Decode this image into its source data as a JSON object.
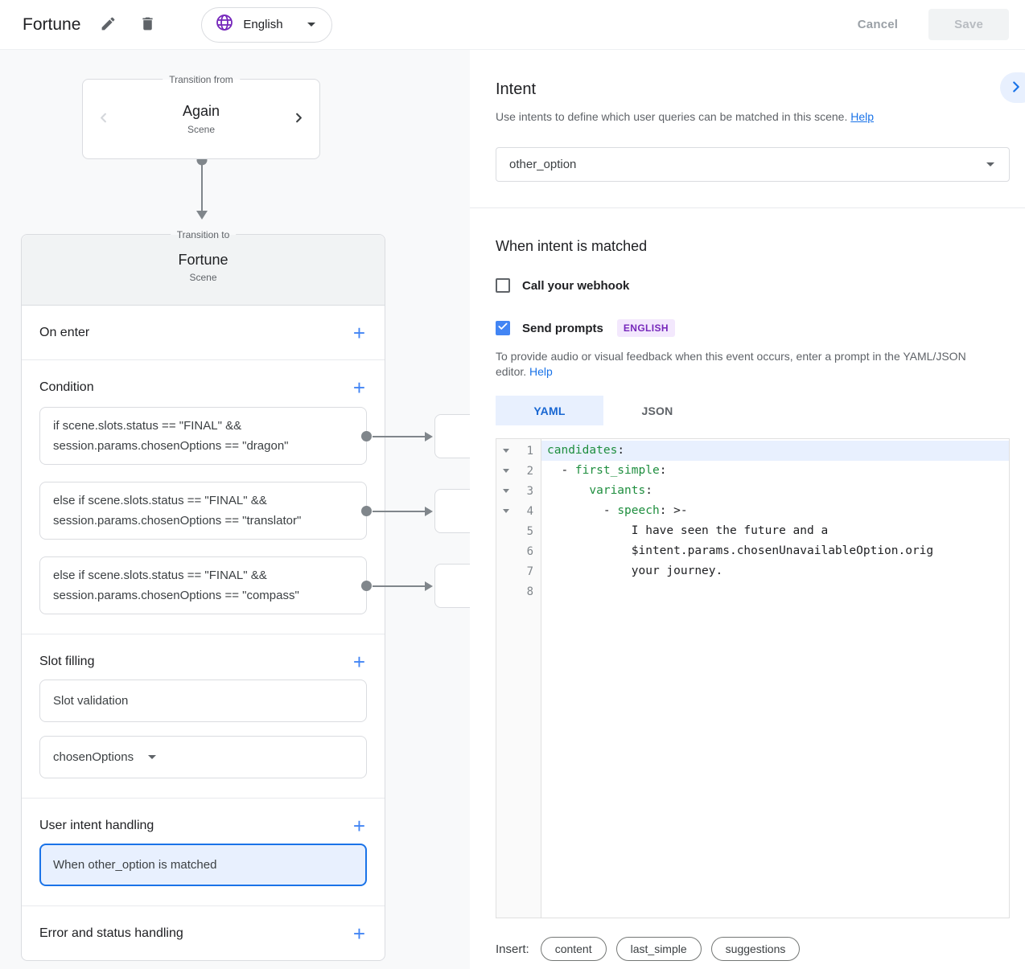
{
  "top_bar": {
    "title": "Fortune",
    "language": {
      "label": "English"
    },
    "cancel_label": "Cancel",
    "save_label": "Save"
  },
  "canvas": {
    "transition_from": {
      "legend": "Transition from",
      "scene_name": "Again",
      "scene_type": "Scene"
    },
    "scene_card": {
      "legend": "Transition to",
      "scene_name": "Fortune",
      "scene_type": "Scene",
      "on_enter_label": "On enter",
      "condition_label": "Condition",
      "conditions": [
        "if scene.slots.status == \"FINAL\" && session.params.chosenOptions == \"dragon\"",
        "else if scene.slots.status == \"FINAL\" && session.params.chosenOptions == \"translator\"",
        "else if scene.slots.status == \"FINAL\" && session.params.chosenOptions == \"compass\""
      ],
      "slot_filling_label": "Slot filling",
      "slot_validation_label": "Slot validation",
      "slot_name": "chosenOptions",
      "user_intent_label": "User intent handling",
      "selected_handler": "When other_option is matched",
      "error_label": "Error and status handling"
    }
  },
  "intent_panel": {
    "title": "Intent",
    "description": "Use intents to define which user queries can be matched in this scene.",
    "help_label": "Help",
    "selected_intent": "other_option",
    "matched": {
      "title": "When intent is matched",
      "webhook_label": "Call your webhook",
      "webhook_checked": false,
      "prompts_label": "Send prompts",
      "prompts_checked": true,
      "badge": "ENGLISH",
      "hint_line1": "To provide audio or visual feedback when this event occurs, enter a prompt in the YAML/JSON",
      "hint_line2": "editor.",
      "help_label": "Help"
    },
    "editor": {
      "tabs": [
        "YAML",
        "JSON"
      ],
      "active_tab": "YAML",
      "lines": [
        {
          "n": 1,
          "fold": true,
          "hl": true,
          "segs": [
            [
              "k",
              "candidates"
            ],
            [
              "p",
              ":"
            ]
          ]
        },
        {
          "n": 2,
          "fold": true,
          "hl": false,
          "segs": [
            [
              "p",
              "  - "
            ],
            [
              "k",
              "first_simple"
            ],
            [
              "p",
              ":"
            ]
          ]
        },
        {
          "n": 3,
          "fold": true,
          "hl": false,
          "segs": [
            [
              "p",
              "      "
            ],
            [
              "k",
              "variants"
            ],
            [
              "p",
              ":"
            ]
          ]
        },
        {
          "n": 4,
          "fold": true,
          "hl": false,
          "segs": [
            [
              "p",
              "        - "
            ],
            [
              "k",
              "speech"
            ],
            [
              "p",
              ": >-"
            ]
          ]
        },
        {
          "n": 5,
          "fold": false,
          "hl": false,
          "segs": [
            [
              "p",
              "            I have seen the future and a"
            ]
          ]
        },
        {
          "n": 6,
          "fold": false,
          "hl": false,
          "segs": [
            [
              "p",
              "            $intent.params.chosenUnavailableOption.orig"
            ]
          ]
        },
        {
          "n": 7,
          "fold": false,
          "hl": false,
          "segs": [
            [
              "p",
              "            your journey."
            ]
          ]
        },
        {
          "n": 8,
          "fold": false,
          "hl": false,
          "segs": []
        }
      ]
    },
    "insert": {
      "label": "Insert:",
      "buttons": [
        "content",
        "last_simple",
        "suggestions"
      ]
    }
  },
  "colors": {
    "accent_blue": "#1a73e8",
    "selected_bg": "#e8f0fe",
    "purple": "#7627bb",
    "code_key_green": "#1e8e3e",
    "connector_gray": "#80868b"
  }
}
